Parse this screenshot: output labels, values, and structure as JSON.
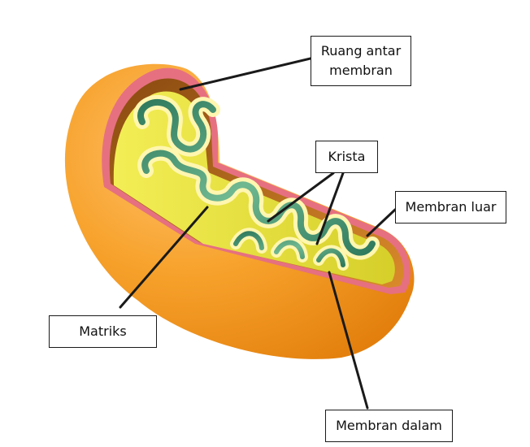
{
  "labels": {
    "ruang_antar_line1": "Ruang antar",
    "ruang_antar_line2": "membran",
    "krista": "Krista",
    "membran_luar": "Membran luar",
    "matriks": "Matriks",
    "membran_dalam": "Membran dalam"
  },
  "colors": {
    "outer_shell": "#f28c0f",
    "outer_membrane_edge": "#e06a7a",
    "intermembrane_space": "#c97a1a",
    "inner_membrane": "#fff3a8",
    "matrix": "#e8e040",
    "cristae": "#3f8f6a",
    "leader_line": "#1a1a1a"
  }
}
